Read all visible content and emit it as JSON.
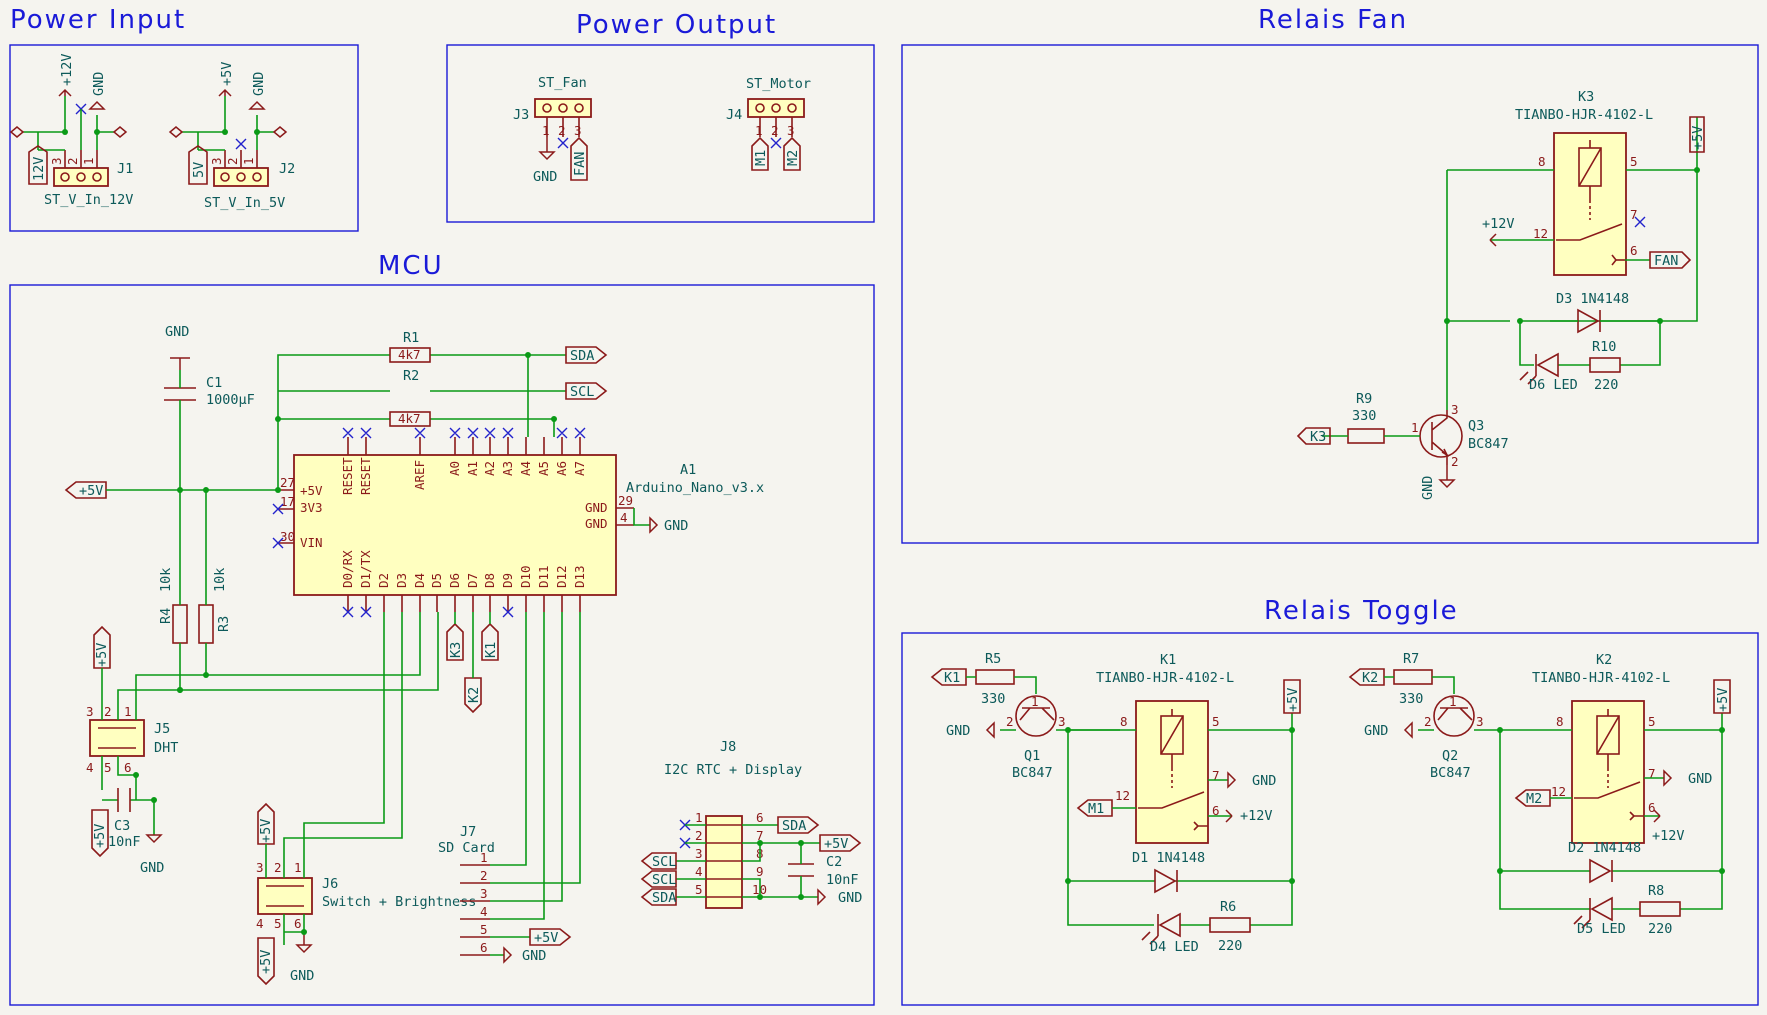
{
  "sheets": {
    "power_input": "Power Input",
    "power_output": "Power Output",
    "relais_fan": "Relais Fan",
    "mcu": "MCU",
    "relais_toggle": "Relais Toggle"
  },
  "power_input": {
    "j1": {
      "ref": "J1",
      "value": "ST_V_In_12V",
      "label": "12V",
      "rail": "+12V",
      "gnd": "GND"
    },
    "j2": {
      "ref": "J2",
      "value": "ST_V_In_5V",
      "label": "5V",
      "rail": "+5V",
      "gnd": "GND"
    }
  },
  "power_output": {
    "j3": {
      "ref": "J3",
      "value": "ST_Fan",
      "label": "FAN",
      "gnd": "GND"
    },
    "j4": {
      "ref": "J4",
      "value": "ST_Motor",
      "label_a": "M1",
      "label_b": "M2"
    }
  },
  "relais_fan": {
    "k3": {
      "ref": "K3",
      "value": "TIANBO-HJR-4102-L"
    },
    "d3": "D3 1N4148",
    "r10": {
      "ref": "R10",
      "value": "220"
    },
    "d6": "D6 LED",
    "r9": {
      "ref": "R9",
      "value": "330"
    },
    "q3": {
      "ref": "Q3",
      "value": "BC847"
    },
    "k3_label": "K3",
    "fan_label": "FAN",
    "plus12": "+12V",
    "plus5": "+5V",
    "gnd": "GND"
  },
  "mcu": {
    "a1": {
      "ref": "A1",
      "value": "Arduino_Nano_v3.x"
    },
    "c1": {
      "ref": "C1",
      "value": "1000µF"
    },
    "r1": {
      "ref": "R1",
      "value": "4k7"
    },
    "r2": {
      "ref": "R2",
      "value": "4k7"
    },
    "r3": {
      "ref": "R3",
      "value": "10k"
    },
    "r4": {
      "ref": "R4",
      "value": "10k"
    },
    "c3": {
      "ref": "C3",
      "value": "10nF"
    },
    "c2": {
      "ref": "C2",
      "value": "10nF"
    },
    "j5": {
      "ref": "J5",
      "value": "DHT"
    },
    "j6": {
      "ref": "J6",
      "value": "Switch + Brightness"
    },
    "j7": {
      "ref": "J7",
      "value": "SD Card"
    },
    "j8": {
      "ref": "J8",
      "value": "I2C RTC + Display"
    },
    "sda": "SDA",
    "scl": "SCL",
    "plus5": "+5V",
    "gnd": "GND",
    "k1": "K1",
    "k2": "K2",
    "k3": "K3"
  },
  "relais_toggle": {
    "k1": {
      "ref": "K1",
      "value": "TIANBO-HJR-4102-L"
    },
    "k2": {
      "ref": "K2",
      "value": "TIANBO-HJR-4102-L"
    },
    "r5": {
      "ref": "R5",
      "value": "330"
    },
    "r7": {
      "ref": "R7",
      "value": "330"
    },
    "q1": {
      "ref": "Q1",
      "value": "BC847"
    },
    "q2": {
      "ref": "Q2",
      "value": "BC847"
    },
    "d1": "D1 1N4148",
    "d2": "D2 1N4148",
    "d4": "D4 LED",
    "d5": "D5 LED",
    "r6": {
      "ref": "R6",
      "value": "220"
    },
    "r8": {
      "ref": "R8",
      "value": "220"
    },
    "m1": "M1",
    "m2": "M2",
    "k1_label": "K1",
    "k2_label": "K2",
    "plus12": "+12V",
    "plus5": "+5V",
    "gnd": "GND"
  }
}
